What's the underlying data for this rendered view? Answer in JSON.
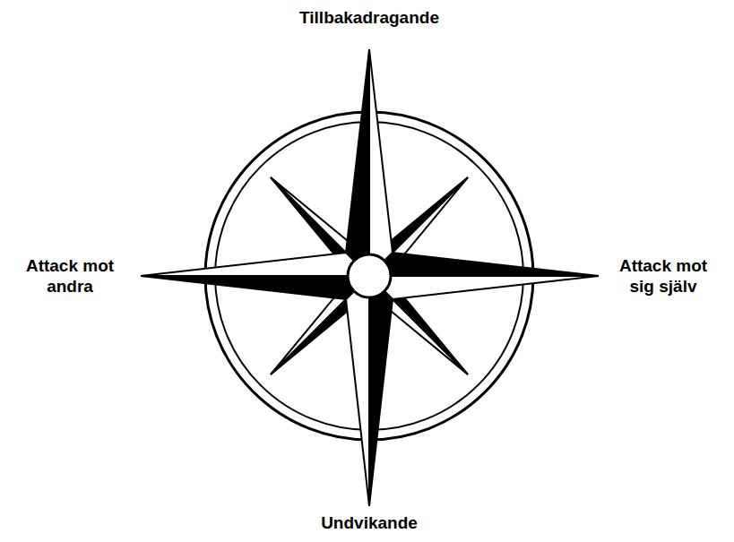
{
  "diagram": {
    "labels": [
      "Tillbakadragande",
      "Attack mot andra",
      "Attack mot sig själv",
      "Undvikande"
    ]
  }
}
